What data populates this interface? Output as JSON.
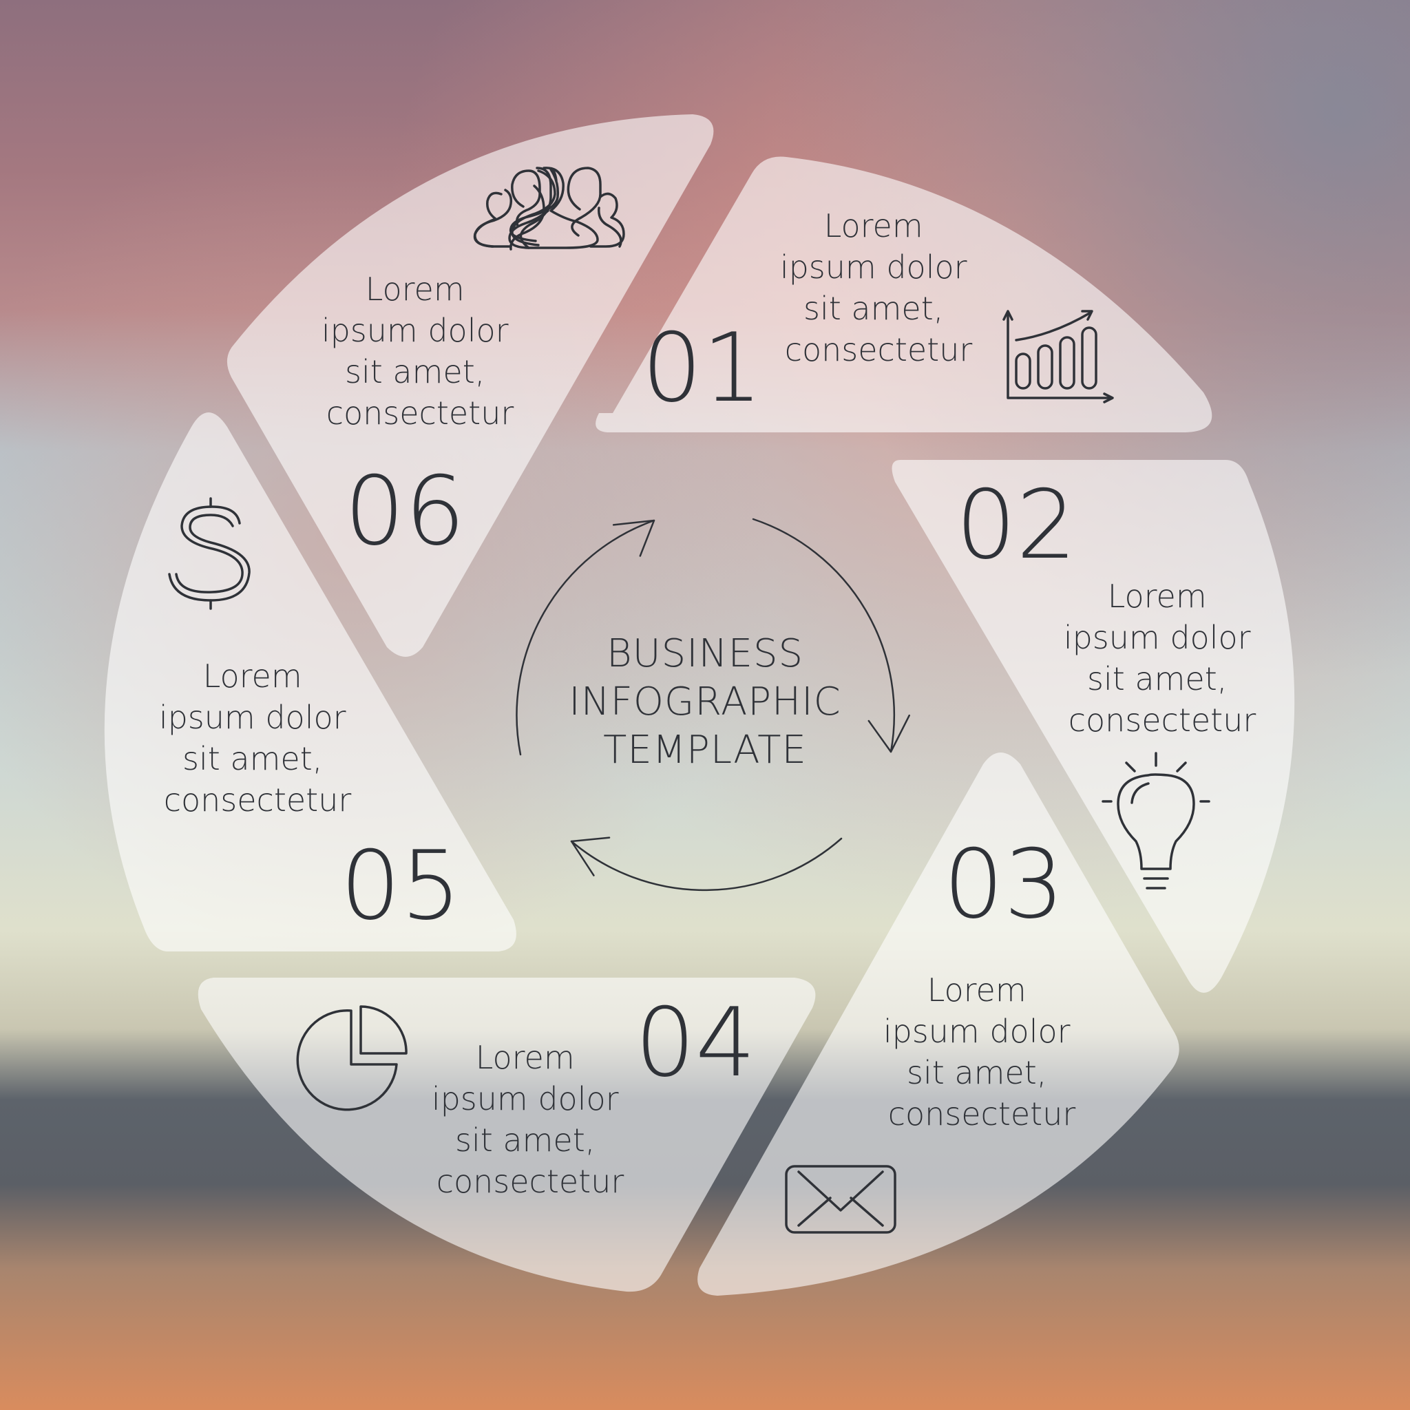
{
  "center": {
    "line1": "BUSINESS",
    "line2": "INFOGRAPHIC",
    "line3": "TEMPLATE"
  },
  "segments": [
    {
      "id": "01",
      "number": "01",
      "lines": [
        "Lorem",
        "ipsum dolor",
        "sit amet,",
        "consectetur"
      ],
      "icon": "bar-chart-icon"
    },
    {
      "id": "02",
      "number": "02",
      "lines": [
        "Lorem",
        "ipsum dolor",
        "sit amet,",
        "consectetur"
      ],
      "icon": "lightbulb-icon"
    },
    {
      "id": "03",
      "number": "03",
      "lines": [
        "Lorem",
        "ipsum dolor",
        "sit amet,",
        "consectetur"
      ],
      "icon": "envelope-icon"
    },
    {
      "id": "04",
      "number": "04",
      "lines": [
        "Lorem",
        "ipsum dolor",
        "sit amet,",
        "consectetur"
      ],
      "icon": "pie-chart-icon"
    },
    {
      "id": "05",
      "number": "05",
      "lines": [
        "Lorem",
        "ipsum dolor",
        "sit amet,",
        "consectetur"
      ],
      "icon": "dollar-icon"
    },
    {
      "id": "06",
      "number": "06",
      "lines": [
        "Lorem",
        "ipsum dolor",
        "sit amet,",
        "consectetur"
      ],
      "icon": "users-icon"
    }
  ],
  "colors": {
    "text": "#2f3238",
    "segment_fill": "#ffffff",
    "sky_top": "#8e7386",
    "sky_pink": "#c98f8a",
    "sky_teal": "#b3c9cc",
    "horizon_cream": "#e2e3cf",
    "land_dark": "#535a63",
    "ground_orange": "#d98a5c"
  }
}
